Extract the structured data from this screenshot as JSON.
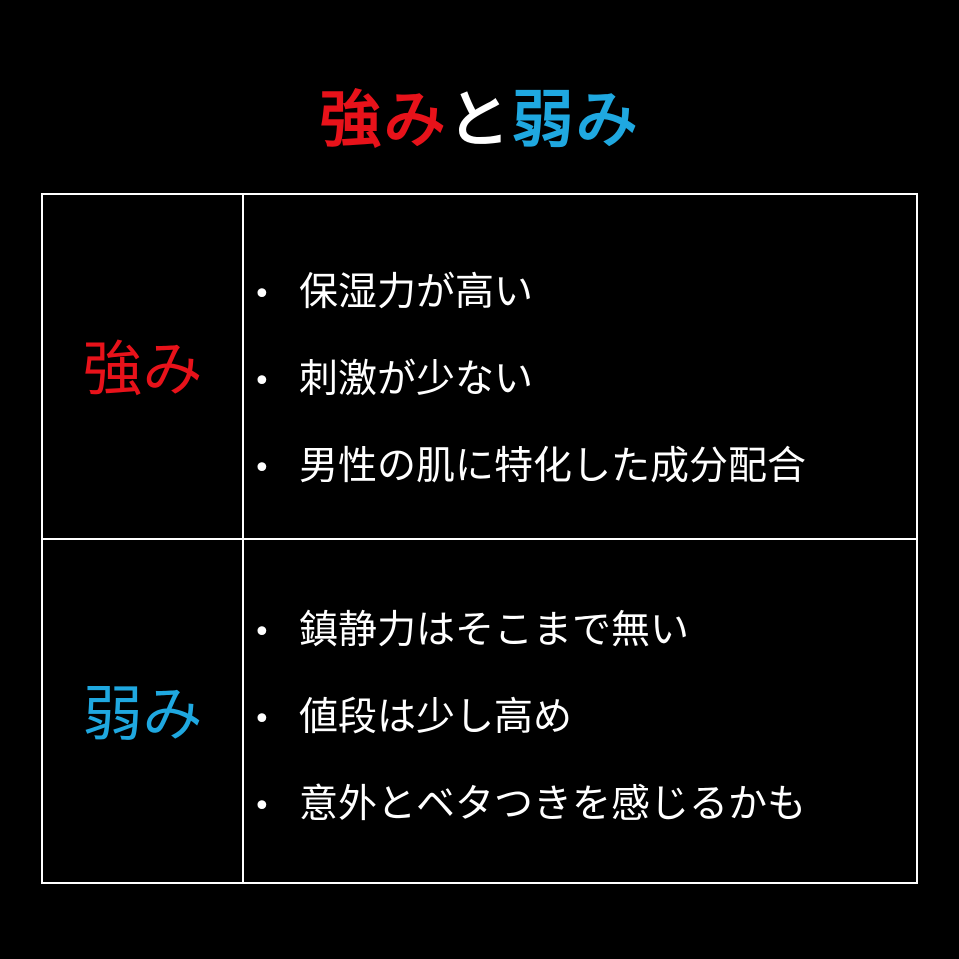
{
  "title": {
    "part1": "強み",
    "part2": "と",
    "part3": "弱み",
    "colors": {
      "strength": "#e8121a",
      "weakness": "#1fa8e0"
    }
  },
  "rows": [
    {
      "label": "強み",
      "items": [
        "保湿力が高い",
        "刺激が少ない",
        "男性の肌に特化した成分配合"
      ]
    },
    {
      "label": "弱み",
      "items": [
        "鎮静力はそこまで無い",
        "値段は少し高め",
        "意外とベタつきを感じるかも"
      ]
    }
  ],
  "bullet": "•"
}
